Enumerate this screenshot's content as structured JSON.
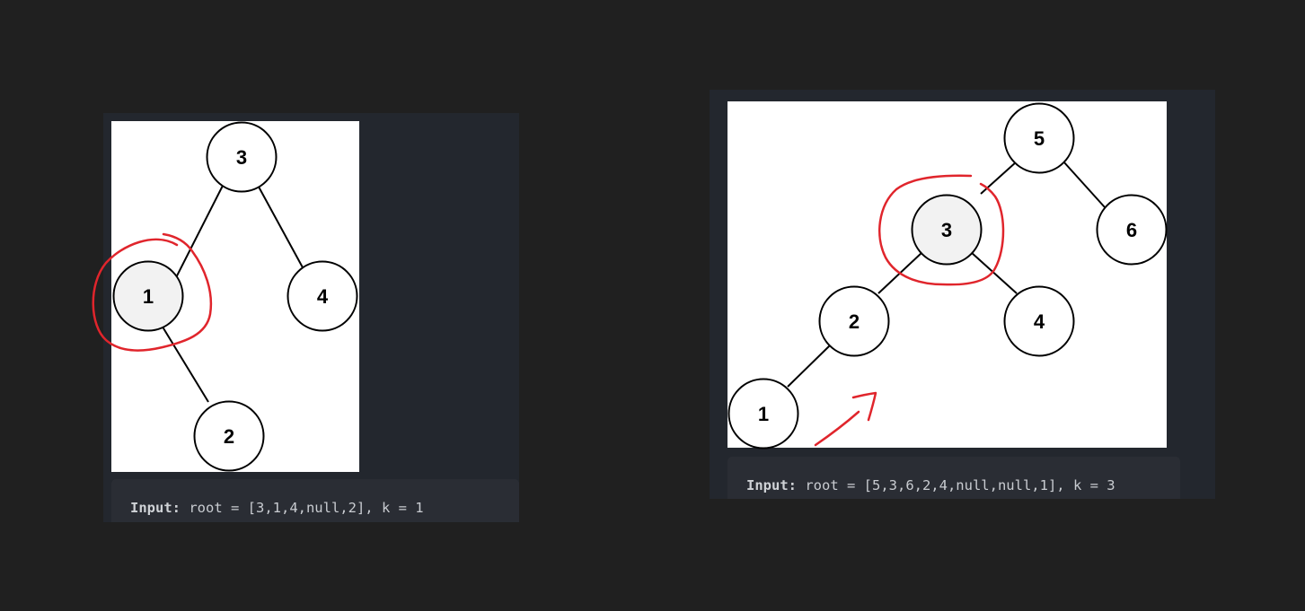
{
  "examples": [
    {
      "nodes": [
        {
          "id": "n3",
          "label": "3",
          "highlighted": false
        },
        {
          "id": "n1",
          "label": "1",
          "highlighted": true
        },
        {
          "id": "n4",
          "label": "4",
          "highlighted": false
        },
        {
          "id": "n2",
          "label": "2",
          "highlighted": false
        }
      ],
      "edges": [
        [
          "n3",
          "n1"
        ],
        [
          "n3",
          "n4"
        ],
        [
          "n1",
          "n2"
        ]
      ],
      "input_key": "Input:",
      "input_value": " root = [3,1,4,null,2], k = 1"
    },
    {
      "nodes": [
        {
          "id": "n5",
          "label": "5",
          "highlighted": false
        },
        {
          "id": "n3",
          "label": "3",
          "highlighted": true
        },
        {
          "id": "n6",
          "label": "6",
          "highlighted": false
        },
        {
          "id": "n2",
          "label": "2",
          "highlighted": false
        },
        {
          "id": "n4",
          "label": "4",
          "highlighted": false
        },
        {
          "id": "n1",
          "label": "1",
          "highlighted": false
        }
      ],
      "edges": [
        [
          "n5",
          "n3"
        ],
        [
          "n5",
          "n6"
        ],
        [
          "n3",
          "n2"
        ],
        [
          "n3",
          "n4"
        ],
        [
          "n2",
          "n1"
        ]
      ],
      "input_key": "Input:",
      "input_value": " root = [5,3,6,2,4,null,null,1], k = 3"
    }
  ],
  "colors": {
    "background": "#202020",
    "panel": "#23272e",
    "code_block": "#2a2d34",
    "node_fill": "#ffffff",
    "highlight_fill": "#f2f2f2",
    "annotation": "#e0252c"
  }
}
